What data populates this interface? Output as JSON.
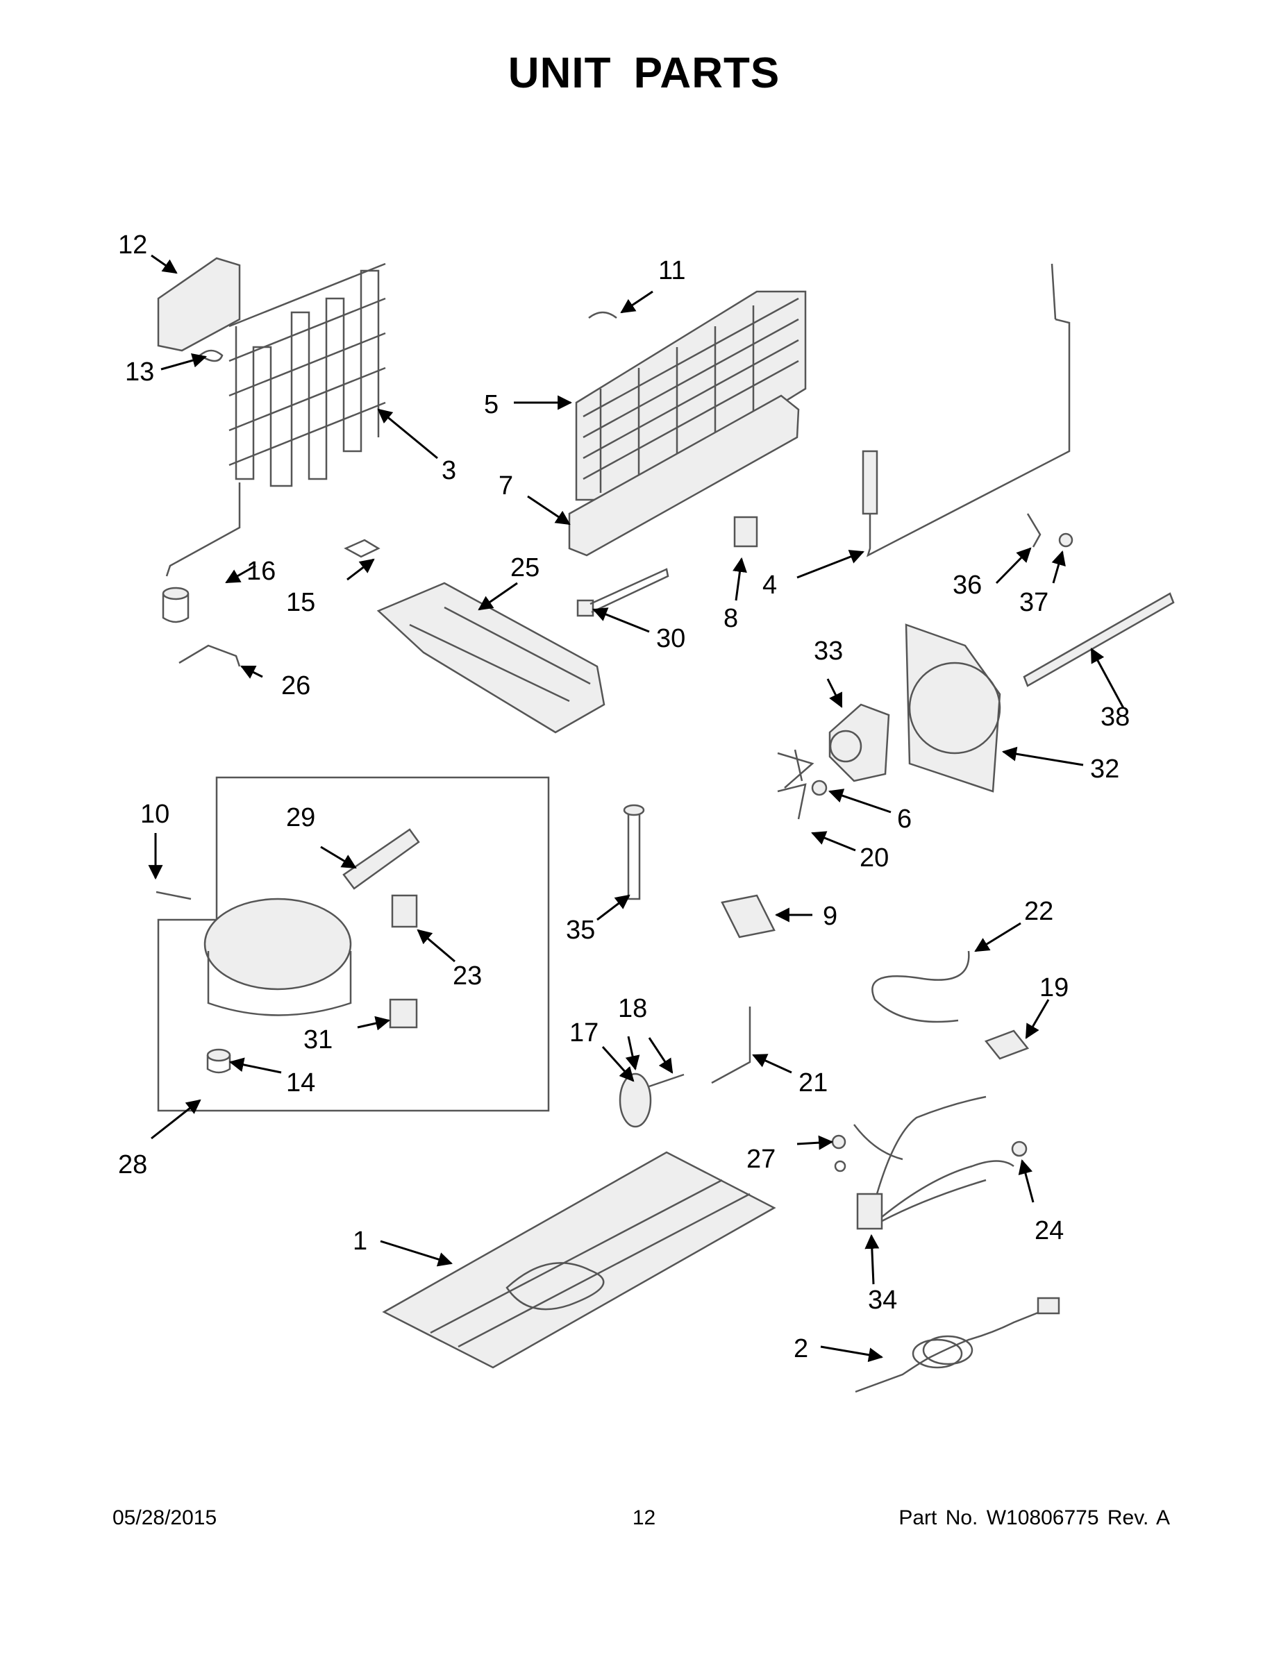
{
  "title": "UNIT PARTS",
  "callouts": [
    "1",
    "2",
    "3",
    "4",
    "5",
    "6",
    "7",
    "8",
    "9",
    "10",
    "11",
    "12",
    "13",
    "14",
    "15",
    "16",
    "17",
    "18",
    "19",
    "20",
    "21",
    "22",
    "23",
    "24",
    "25",
    "26",
    "27",
    "28",
    "29",
    "30",
    "31",
    "32",
    "33",
    "34",
    "35",
    "36",
    "37",
    "38"
  ],
  "footer": {
    "date": "05/28/2015",
    "page": "12",
    "part_no": "Part No.  W10806775  Rev.  A"
  }
}
